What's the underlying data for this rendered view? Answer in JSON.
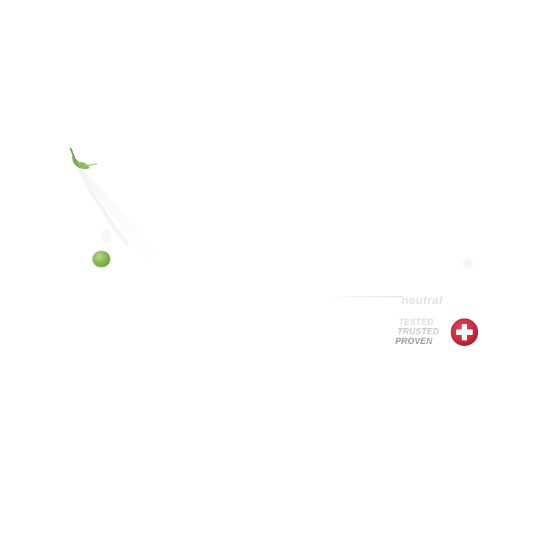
{
  "product": {
    "brand_word": "neutral"
  },
  "claims": {
    "line1": "TESTED",
    "line2": "TRUSTED",
    "line3": "PROVEN"
  },
  "icons": {
    "badge": "swiss-cross-icon",
    "pea": "pea-icon",
    "sprig": "pea-sprig-icon"
  },
  "colors": {
    "background": "#ffffff",
    "badge_red": "#c8283c",
    "pea_green": "#86b94e",
    "claim_text": "#9a9a9a"
  }
}
